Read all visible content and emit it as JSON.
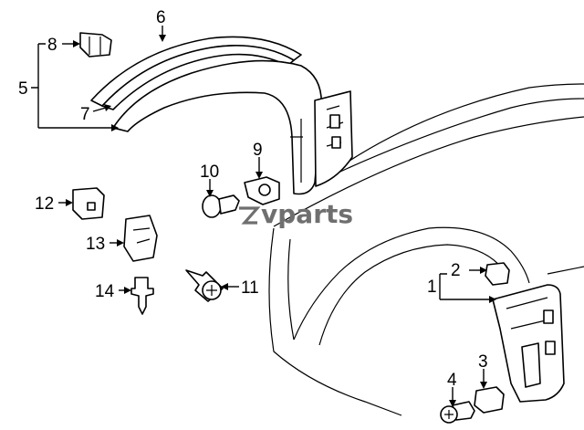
{
  "watermark": {
    "text": "vparts"
  },
  "callouts": {
    "c1": "1",
    "c2": "2",
    "c3": "3",
    "c4": "4",
    "c5": "5",
    "c6": "6",
    "c7": "7",
    "c8": "8",
    "c9": "9",
    "c10": "10",
    "c11": "11",
    "c12": "12",
    "c13": "13",
    "c14": "14"
  }
}
